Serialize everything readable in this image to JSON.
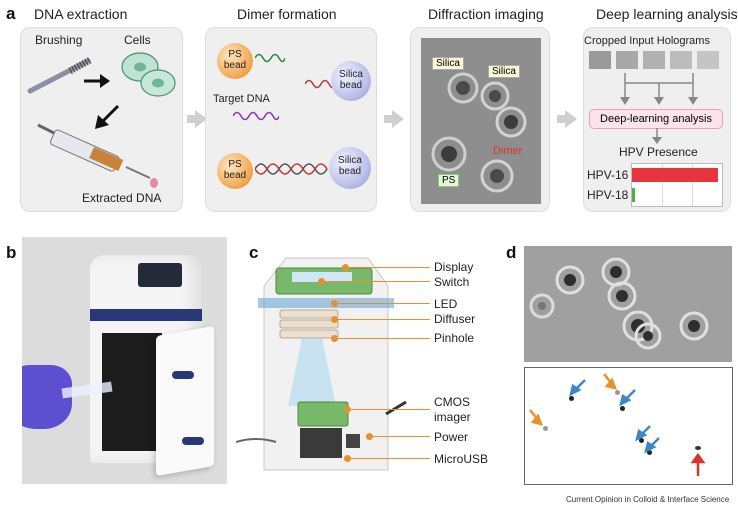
{
  "panels": {
    "a": "a",
    "b": "b",
    "c": "c",
    "d": "d"
  },
  "steps": {
    "extraction": "DNA extraction",
    "dimer": "Dimer formation",
    "imaging": "Diffraction imaging",
    "deep": "Deep learning analysis"
  },
  "extraction": {
    "brushing": "Brushing",
    "cells": "Cells",
    "extracted": "Extracted DNA"
  },
  "dimer": {
    "ps1": "PS\nbead",
    "silica1": "Silica\nbead",
    "target": "Target DNA",
    "ps2": "PS\nbead",
    "silica2": "Silica\nbead"
  },
  "imaging": {
    "silica_a": "Silica",
    "silica_b": "Silica",
    "dimer": "Dimer",
    "ps": "PS"
  },
  "deep": {
    "cropped": "Cropped Input Holograms",
    "analysis": "Deep-learning analysis",
    "presence": "HPV Presence",
    "hpv16": "HPV-16",
    "hpv18": "HPV-18",
    "hpv16_value": 0.95,
    "hpv18_value": 0.03
  },
  "device_parts": [
    "Display",
    "Switch",
    "LED",
    "Diffuser",
    "Pinhole",
    "CMOS",
    "imager",
    "Power",
    "MicroUSB"
  ],
  "credit": "Current Opinion in Colloid & Interface Science",
  "colors": {
    "orange": "#e8902c",
    "blue": "#3f86c8",
    "red": "#d9342b",
    "bar16": "#e8343f",
    "bar18": "#4caf50"
  }
}
